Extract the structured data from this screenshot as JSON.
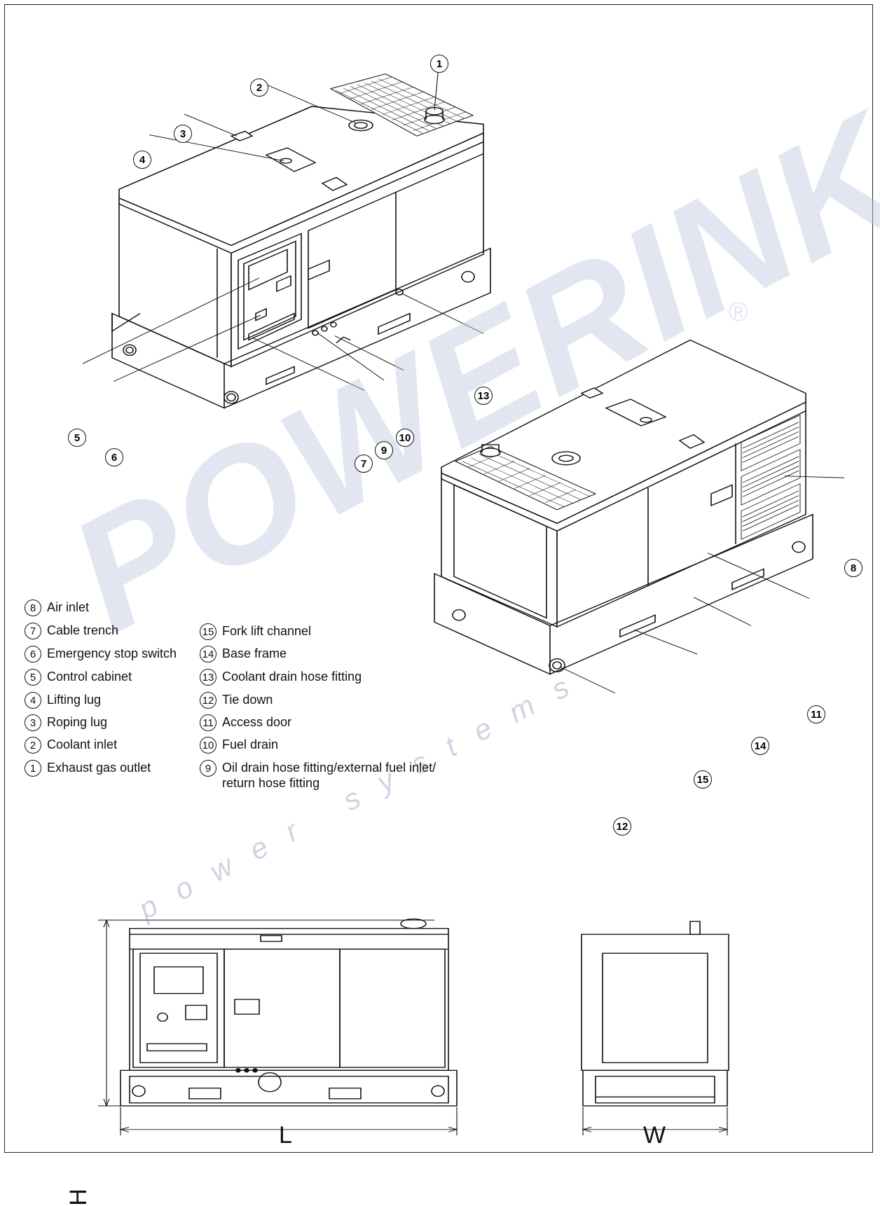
{
  "legend_left": [
    {
      "num": "8",
      "text": "Air inlet"
    },
    {
      "num": "7",
      "text": "Cable trench"
    },
    {
      "num": "6",
      "text": "Emergency stop switch"
    },
    {
      "num": "5",
      "text": "Control cabinet"
    },
    {
      "num": "4",
      "text": "Lifting lug"
    },
    {
      "num": "3",
      "text": "Roping lug"
    },
    {
      "num": "2",
      "text": "Coolant inlet"
    },
    {
      "num": "1",
      "text": "Exhaust gas outlet"
    }
  ],
  "legend_right": [
    {
      "num": "15",
      "text": "Fork lift channel"
    },
    {
      "num": "14",
      "text": "Base frame"
    },
    {
      "num": "13",
      "text": "Coolant drain hose fitting"
    },
    {
      "num": "12",
      "text": "Tie down"
    },
    {
      "num": "11",
      "text": "Access door"
    },
    {
      "num": "10",
      "text": "Fuel  drain"
    },
    {
      "num": "9",
      "text": "Oil drain hose fitting/external fuel inlet/",
      "text2": "return hose fitting"
    }
  ],
  "callouts": [
    "1",
    "2",
    "3",
    "4",
    "5",
    "6",
    "7",
    "8",
    "9",
    "10",
    "11",
    "12",
    "13",
    "14",
    "15"
  ],
  "dimensions": {
    "height": "H",
    "length": "L",
    "width": "W"
  },
  "watermark": {
    "brand": "POWERINK",
    "tagline": "power systems",
    "mark": "®"
  }
}
